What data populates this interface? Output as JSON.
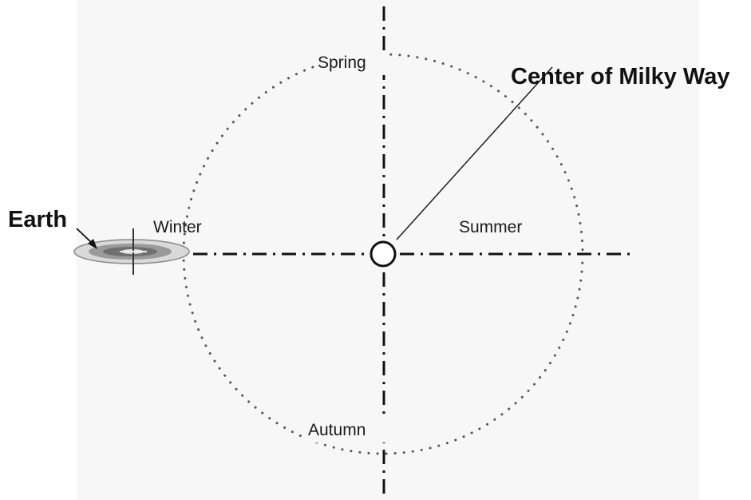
{
  "labels": {
    "spring": "Spring",
    "summer": "Summer",
    "autumn": "Autumn",
    "winter": "Winter",
    "earth": "Earth",
    "center": "Center of Milky Way"
  },
  "colors": {
    "line": "#111111",
    "dots": "#555555",
    "background": "#ffffff",
    "earth_body": "#9a9a9a"
  },
  "icons": {
    "earth": "galaxy-disc-icon",
    "center": "circle-marker-icon"
  }
}
